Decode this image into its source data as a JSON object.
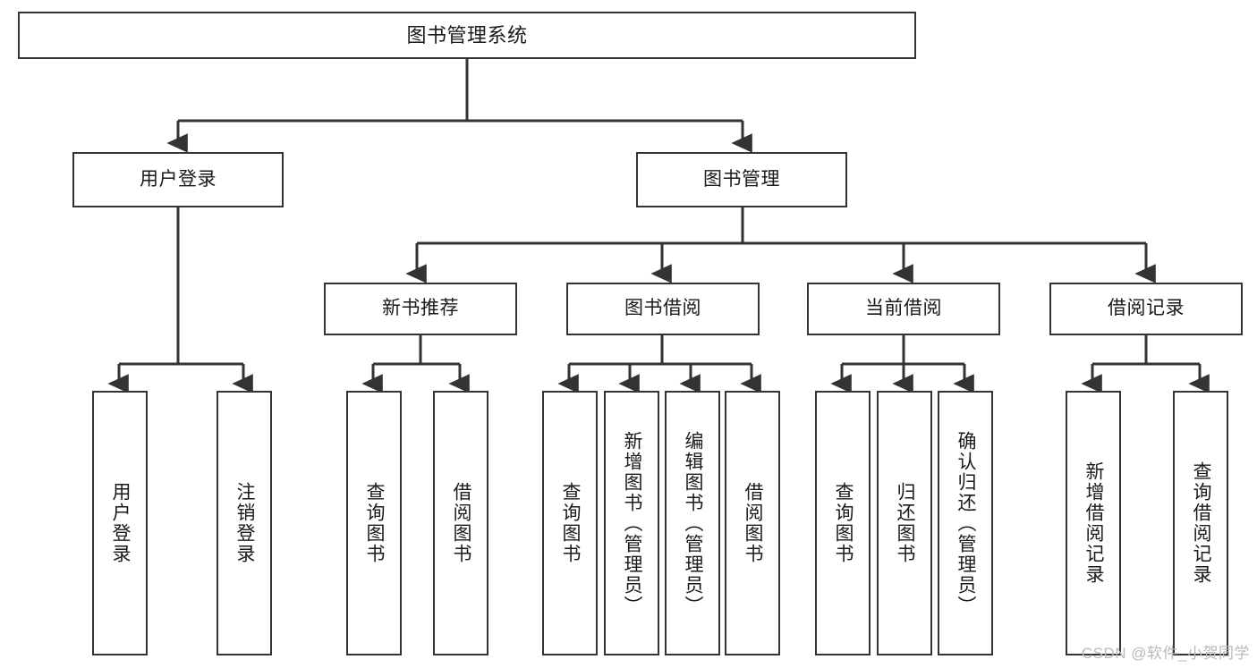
{
  "diagram": {
    "title": "图书管理系统",
    "type": "tree-hierarchy-diagram",
    "colors": {
      "box_border": "#333333",
      "box_fill": "#ffffff",
      "edge": "#333333",
      "text": "#1a1a1a",
      "watermark": "#b9b9b9",
      "background": "#ffffff"
    },
    "watermark": "CSDN @软件_小贺同学",
    "nodes": {
      "root": {
        "label": "图书管理系统"
      },
      "level2": [
        {
          "label": "用户登录"
        },
        {
          "label": "图书管理"
        }
      ],
      "level3": [
        {
          "label": "新书推荐"
        },
        {
          "label": "图书借阅"
        },
        {
          "label": "当前借阅"
        },
        {
          "label": "借阅记录"
        }
      ],
      "leaves": {
        "user_login": [
          {
            "label": "用户登录"
          },
          {
            "label": "注销登录"
          }
        ],
        "new_book_recommend": [
          {
            "label": "查询图书"
          },
          {
            "label": "借阅图书"
          }
        ],
        "book_borrow": [
          {
            "label": "查询图书"
          },
          {
            "label": "新增图书（管理员）"
          },
          {
            "label": "编辑图书（管理员）"
          },
          {
            "label": "借阅图书"
          }
        ],
        "current_borrow": [
          {
            "label": "查询图书"
          },
          {
            "label": "归还图书"
          },
          {
            "label": "确认归还（管理员）"
          }
        ],
        "borrow_record": [
          {
            "label": "新增借阅记录"
          },
          {
            "label": "查询借阅记录"
          }
        ]
      }
    }
  }
}
